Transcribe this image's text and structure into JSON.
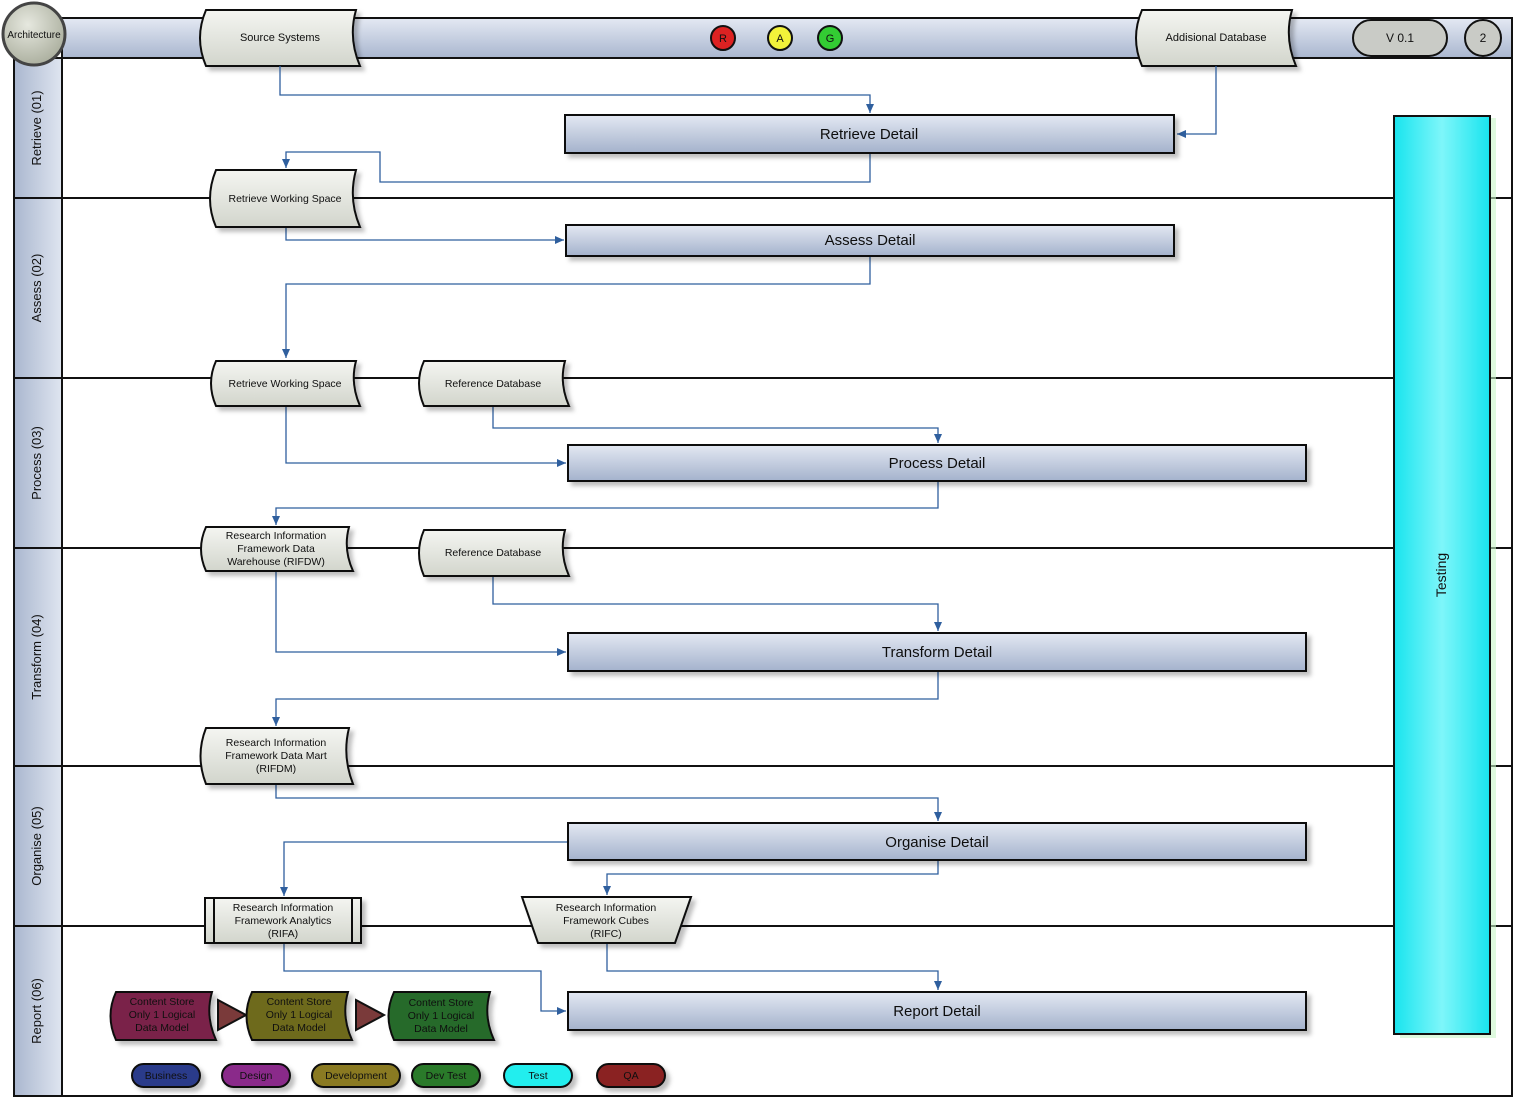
{
  "header": {
    "corner_label": "Architecture",
    "source_systems": "Source Systems",
    "additional_database": "Addisional Database",
    "rag": [
      {
        "letter": "R",
        "color": "#dd2222"
      },
      {
        "letter": "A",
        "color": "#f2f23a"
      },
      {
        "letter": "G",
        "color": "#33cc33"
      }
    ],
    "version": "V 0.1",
    "page_number": "2"
  },
  "lanes": [
    {
      "id": "retrieve",
      "label": "Retrieve (01)"
    },
    {
      "id": "assess",
      "label": "Assess (02)"
    },
    {
      "id": "process",
      "label": "Process (03)"
    },
    {
      "id": "transform",
      "label": "Transform (04)"
    },
    {
      "id": "organise",
      "label": "Organise (05)"
    },
    {
      "id": "report",
      "label": "Report (06)"
    }
  ],
  "process_boxes": {
    "retrieve": "Retrieve Detail",
    "assess": "Assess Detail",
    "process": "Process Detail",
    "transform": "Transform Detail",
    "organise": "Organise Detail",
    "report": "Report Detail"
  },
  "data_stores": {
    "retrieve_working_space_1": "Retrieve Working Space",
    "retrieve_working_space_2": "Retrieve Working Space",
    "reference_database_1": "Reference Database",
    "reference_database_2": "Reference Database",
    "rifdw": [
      "Research Information",
      "Framework Data",
      "Warehouse (RIFDW)"
    ],
    "rifdm": [
      "Research Information",
      "Framework Data Mart",
      "(RIFDM)"
    ],
    "rifa": [
      "Research Information",
      "Framework Analytics",
      "(RIFA)"
    ],
    "rifc": [
      "Research Information",
      "Framework Cubes",
      "(RIFC)"
    ]
  },
  "testing_label": "Testing",
  "content_stores": [
    {
      "lines": [
        "Content Store",
        "Only 1 Logical",
        "Data Model"
      ],
      "color": "#7a2448"
    },
    {
      "lines": [
        "Content Store",
        "Only 1 Logical",
        "Data Model"
      ],
      "color": "#6e6a1e"
    },
    {
      "lines": [
        "Content Store",
        "Only 1 Logical",
        "Data Model"
      ],
      "color": "#256b2a"
    }
  ],
  "legend": [
    {
      "label": "Business",
      "color": "#2c3a8a"
    },
    {
      "label": "Design",
      "color": "#8a2c8a"
    },
    {
      "label": "Development",
      "color": "#8a7a22"
    },
    {
      "label": "Dev Test",
      "color": "#2c7a2c"
    },
    {
      "label": "Test",
      "color": "#22eeee"
    },
    {
      "label": "QA",
      "color": "#8a2222"
    }
  ],
  "colors": {
    "lane_header": "#c4cde0",
    "process_box": "#c3cde0",
    "connector": "#2f5f9e",
    "data_store": "#e4e6e0",
    "testing": "#1ce8ee"
  }
}
